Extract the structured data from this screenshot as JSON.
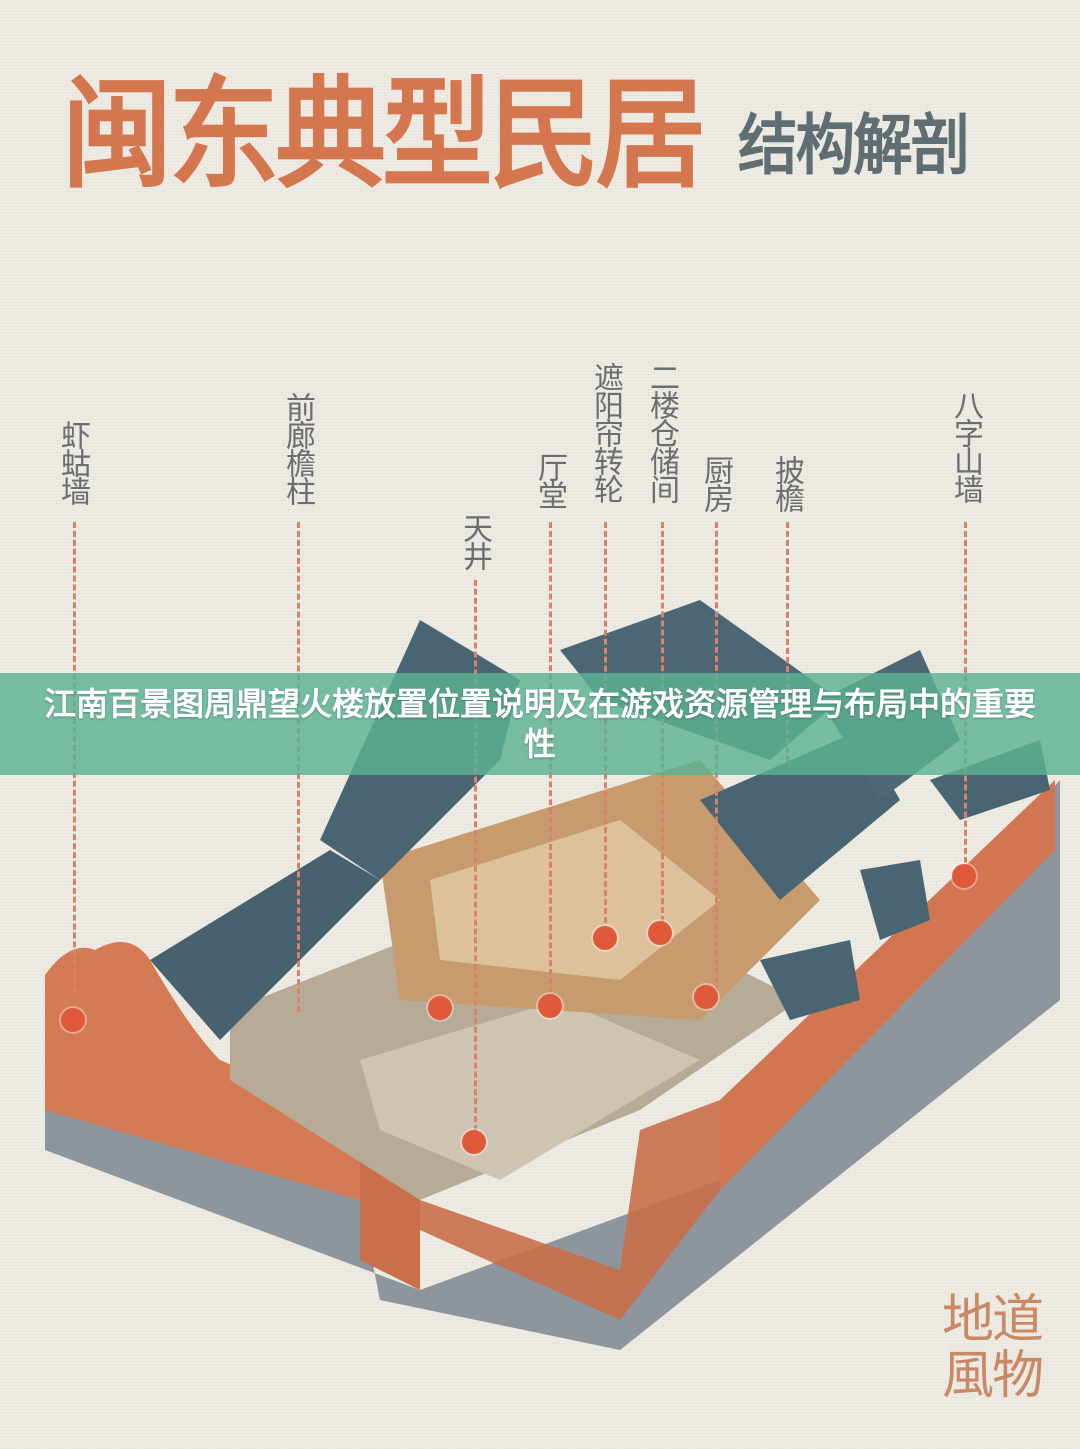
{
  "title": {
    "main": "闽东典型民居",
    "sub": "结构解剖"
  },
  "labels": [
    {
      "id": "xiagu-wall",
      "text": "虾蛄墙"
    },
    {
      "id": "front-corridor-pillar",
      "text": "前廊檐柱"
    },
    {
      "id": "courtyard",
      "text": "天井"
    },
    {
      "id": "hall",
      "text": "厅堂"
    },
    {
      "id": "sunshade-wheel",
      "text": "遮阳帘转轮"
    },
    {
      "id": "second-floor-storage",
      "text": "二楼仓储间"
    },
    {
      "id": "kitchen",
      "text": "厨房"
    },
    {
      "id": "pent-eave",
      "text": "披檐"
    },
    {
      "id": "gable-wall",
      "text": "八字山墙"
    }
  ],
  "banner": {
    "text": "江南百景图周鼎望火楼放置位置说明及在游戏资源管理与布局中的重要性"
  },
  "brand": {
    "line1": "地道",
    "line2": "風物"
  },
  "colors": {
    "title": "#d4774f",
    "subtitle": "#5f6e72",
    "marker": "#e0593a",
    "banner": "#5cb292"
  }
}
